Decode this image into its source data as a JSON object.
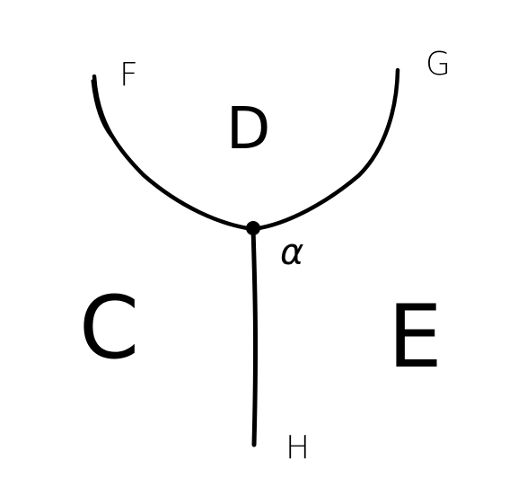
{
  "diagram": {
    "stroke_color": "#000000",
    "background_color": "#ffffff",
    "labels": {
      "F": "F",
      "G": "G",
      "D": "D",
      "alpha": "α",
      "C": "C",
      "E": "E",
      "H": "H"
    }
  }
}
